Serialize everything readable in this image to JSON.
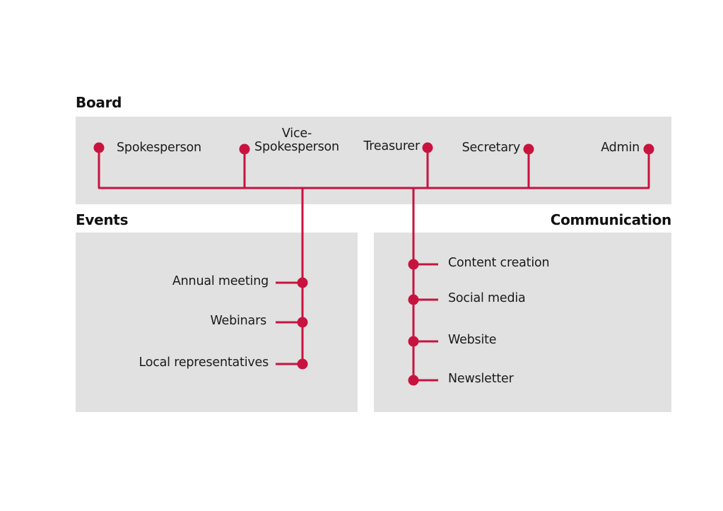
{
  "accent_color": "#c8133f",
  "panel_color": "#e1e1e1",
  "sections": {
    "board": {
      "title": "Board",
      "roles": [
        {
          "label": "Spokesperson"
        },
        {
          "label_line1": "Vice-",
          "label_line2": "Spokesperson"
        },
        {
          "label": "Treasurer"
        },
        {
          "label": "Secretary"
        },
        {
          "label": "Admin"
        }
      ]
    },
    "events": {
      "title": "Events",
      "items": [
        {
          "label": "Annual meeting"
        },
        {
          "label": "Webinars"
        },
        {
          "label": "Local representatives"
        }
      ]
    },
    "communication": {
      "title": "Communication",
      "items": [
        {
          "label": "Content creation"
        },
        {
          "label": "Social media"
        },
        {
          "label": "Website"
        },
        {
          "label": "Newsletter"
        }
      ]
    }
  }
}
